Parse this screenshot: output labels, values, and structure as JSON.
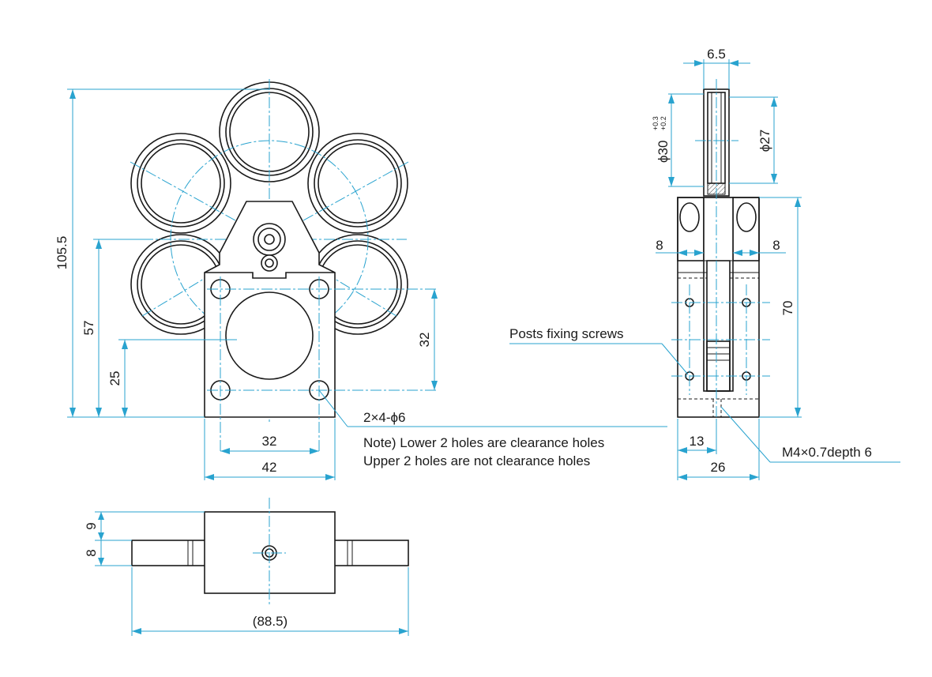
{
  "dimensions": {
    "overall_height": "105.5",
    "height_57": "57",
    "height_25": "25",
    "hole_pitch_vertical": "32",
    "hole_pitch_horizontal": "32",
    "base_width": "42",
    "thickness": "6.5",
    "outer_dia_prefix": "ϕ30",
    "outer_dia_tol_upper": "+0.3",
    "outer_dia_tol_lower": "+0.2",
    "inner_dia": "ϕ27",
    "side_left": "8",
    "side_right": "8",
    "height_70": "70",
    "offset_13": "13",
    "depth_26": "26",
    "bottom_9": "9",
    "bottom_8": "8",
    "overall_length": "(88.5)"
  },
  "notes": {
    "holes": "2×4-ϕ6",
    "note_line1": "Note) Lower 2 holes are clearance holes",
    "note_line2": "Upper 2 holes are not clearance holes",
    "posts_label": "Posts fixing screws",
    "thread_label": "M4×0.7depth 6"
  },
  "colors": {
    "dimension": "#29a3cf",
    "object": "#1a1a1a"
  }
}
